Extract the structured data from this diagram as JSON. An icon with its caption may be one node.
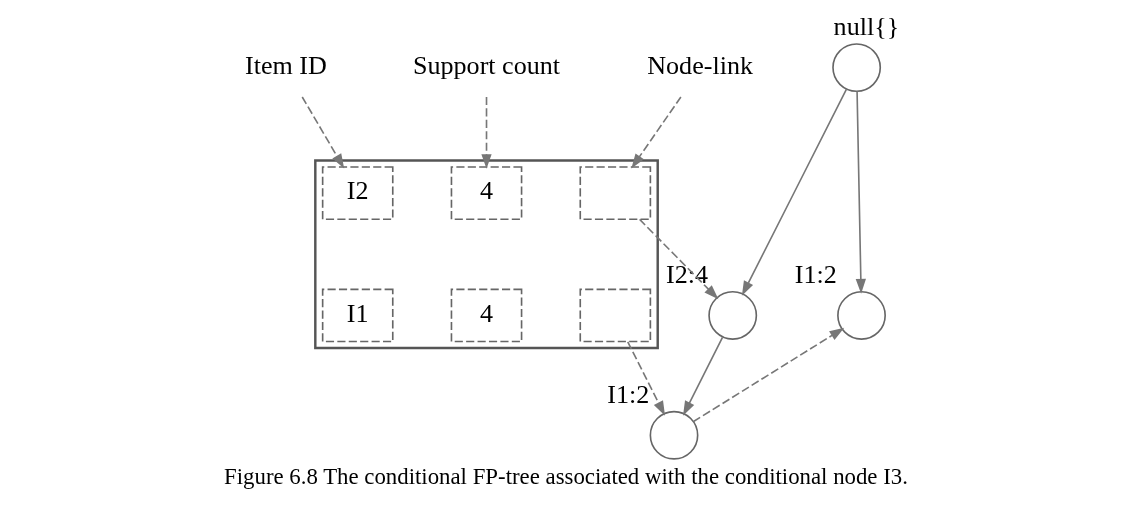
{
  "diagram": {
    "caption": "Figure 6.8 The conditional FP-tree associated with the conditional node I3.",
    "nodes": [
      {
        "text": [
          "Item ID"
        ]
      },
      {
        "text": [
          "Support count"
        ]
      },
      {
        "text": [
          "Node-link"
        ]
      },
      {
        "text": [],
        "shape": "box"
      },
      {
        "text": [
          "I2"
        ],
        "in": 3
      },
      {
        "text": [
          "4"
        ],
        "in": 3
      },
      {
        "text": [],
        "shape": "box",
        "in": 3
      },
      {
        "text": [
          "I1"
        ],
        "in": 3
      },
      {
        "text": [
          "4"
        ],
        "in": 3
      },
      {
        "text": [],
        "shape": "box",
        "in": 3
      },
      {
        "text": [
          "null{}"
        ]
      },
      {
        "text": [
          "I2:4"
        ]
      },
      {
        "text": [
          "I1:2"
        ]
      },
      {
        "text": [
          "I1:2"
        ]
      }
    ],
    "edges": [
      {
        "from": 0,
        "to": 4,
        "arrow": "to",
        "style": "dashed"
      },
      {
        "from": 1,
        "to": 5,
        "arrow": "to",
        "style": "dashed"
      },
      {
        "from": 2,
        "to": 6,
        "arrow": "to",
        "style": "dashed"
      },
      {
        "from": 6,
        "to": 11,
        "arrow": "to",
        "style": "dashed"
      },
      {
        "from": 9,
        "to": 13,
        "arrow": "to",
        "style": "dashed"
      },
      {
        "from": 10,
        "to": 11,
        "arrow": "to"
      },
      {
        "from": 10,
        "to": 12,
        "arrow": "to"
      },
      {
        "from": 11,
        "to": 13,
        "arrow": "to"
      },
      {
        "from": 13,
        "to": 12,
        "arrow": "to",
        "style": "dashed"
      }
    ]
  }
}
